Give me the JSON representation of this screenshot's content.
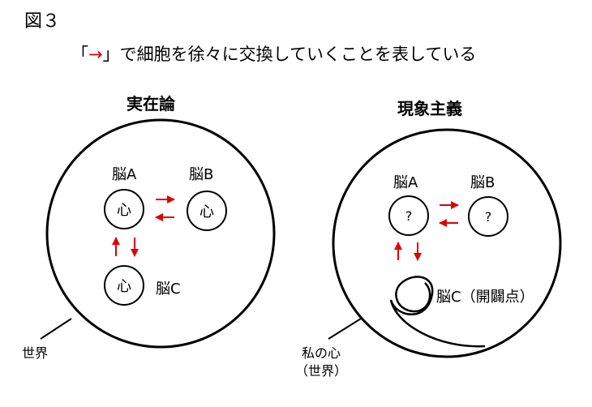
{
  "figure_label": "図３",
  "caption": {
    "open": "「",
    "arrow": "→",
    "rest": "」で細胞を徐々に交換していくことを表している"
  },
  "colors": {
    "arrow": "#e00000",
    "stroke": "#000000"
  },
  "left": {
    "title": "実在論",
    "nodes": [
      {
        "label": "脳A",
        "content": "心"
      },
      {
        "label": "脳B",
        "content": "心"
      },
      {
        "label": "脳C",
        "content": "心"
      }
    ],
    "callout": "世界"
  },
  "right": {
    "title": "現象主義",
    "nodes": [
      {
        "label": "脳A",
        "content": "?"
      },
      {
        "label": "脳B",
        "content": "?"
      },
      {
        "label": "脳C（開闢点）",
        "content": ""
      }
    ],
    "callout_line1": "私の心",
    "callout_line2": "（世界）"
  }
}
